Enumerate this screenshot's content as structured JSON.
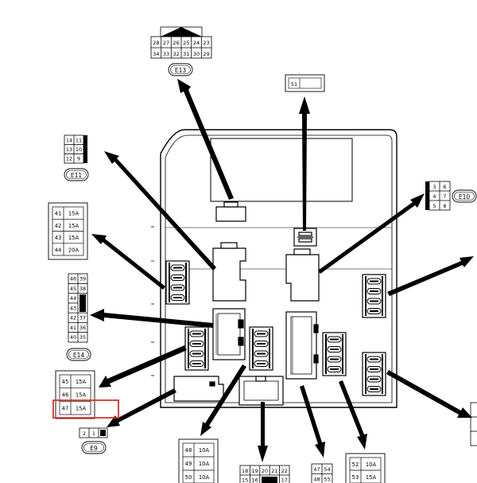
{
  "connectors": {
    "e13": {
      "label": "E13",
      "row1": [
        "28",
        "27",
        "26",
        "25",
        "24",
        "23"
      ],
      "row2": [
        "34",
        "33",
        "32",
        "31",
        "30",
        "29"
      ]
    },
    "f51": {
      "label": "51"
    },
    "e11": {
      "label": "E11",
      "rows": [
        [
          "14",
          "11"
        ],
        [
          "13",
          "10"
        ],
        [
          "12",
          "9"
        ]
      ]
    },
    "e10": {
      "label": "E10",
      "rows": [
        [
          "3",
          "6"
        ],
        [
          "4",
          "7"
        ],
        [
          "5",
          "8"
        ]
      ]
    },
    "e14": {
      "label": "E14",
      "rows": [
        [
          "46",
          "39"
        ],
        [
          "45",
          "38"
        ],
        [
          "44",
          ""
        ],
        [
          "43",
          ""
        ],
        [
          "42",
          "37"
        ],
        [
          "41",
          "36"
        ],
        [
          "40",
          "35"
        ]
      ]
    },
    "e9": {
      "label": "E9",
      "pins": [
        "2",
        "1"
      ]
    },
    "c16": {
      "row1": [
        "18",
        "19",
        "20",
        "21",
        "22"
      ],
      "row2": [
        "15",
        "16",
        "",
        "17"
      ]
    },
    "c47": {
      "rows": [
        [
          "47",
          "54"
        ],
        [
          "48",
          "55"
        ]
      ]
    }
  },
  "fuse_tables": {
    "f41": [
      {
        "num": "41",
        "amp": "15A"
      },
      {
        "num": "42",
        "amp": "15A"
      },
      {
        "num": "43",
        "amp": "15A"
      },
      {
        "num": "44",
        "amp": "20A"
      }
    ],
    "f45": [
      {
        "num": "45",
        "amp": "15A"
      },
      {
        "num": "46",
        "amp": "15A"
      },
      {
        "num": "47",
        "amp": "15A"
      }
    ],
    "f48": [
      {
        "num": "48",
        "amp": "10A"
      },
      {
        "num": "49",
        "amp": "10A"
      },
      {
        "num": "50",
        "amp": "10A"
      }
    ],
    "f52": [
      {
        "num": "52",
        "amp": "10A"
      },
      {
        "num": "53",
        "amp": "15A"
      }
    ]
  },
  "highlight": {
    "target": "fuse-47",
    "color": "#d9342b"
  },
  "colors": {
    "line": "#000000",
    "highlight": "#d9342b"
  }
}
